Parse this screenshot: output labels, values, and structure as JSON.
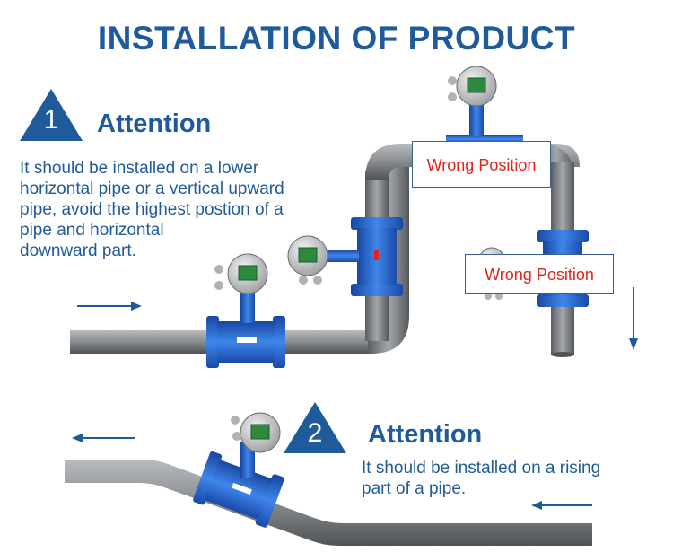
{
  "title": "INSTALLATION OF PRODUCT",
  "note1": {
    "number": "1",
    "heading": "Attention",
    "lines": [
      "It should be installed on a lower",
      "horizontal pipe or a vertical upward",
      "pipe, avoid the highest postion of a",
      "pipe and horizontal",
      "downward part."
    ]
  },
  "note2": {
    "number": "2",
    "heading": "Attention",
    "lines": [
      "It should be installed on a rising",
      "part of a pipe."
    ]
  },
  "labels": {
    "wrong_top": "Wrong Position",
    "wrong_right": "Wrong Position"
  },
  "colors": {
    "accent": "#1f5b9a",
    "pipe": "#8a8d90",
    "meter_blue": "#2f6fd0",
    "warning_red": "#e0231c"
  }
}
